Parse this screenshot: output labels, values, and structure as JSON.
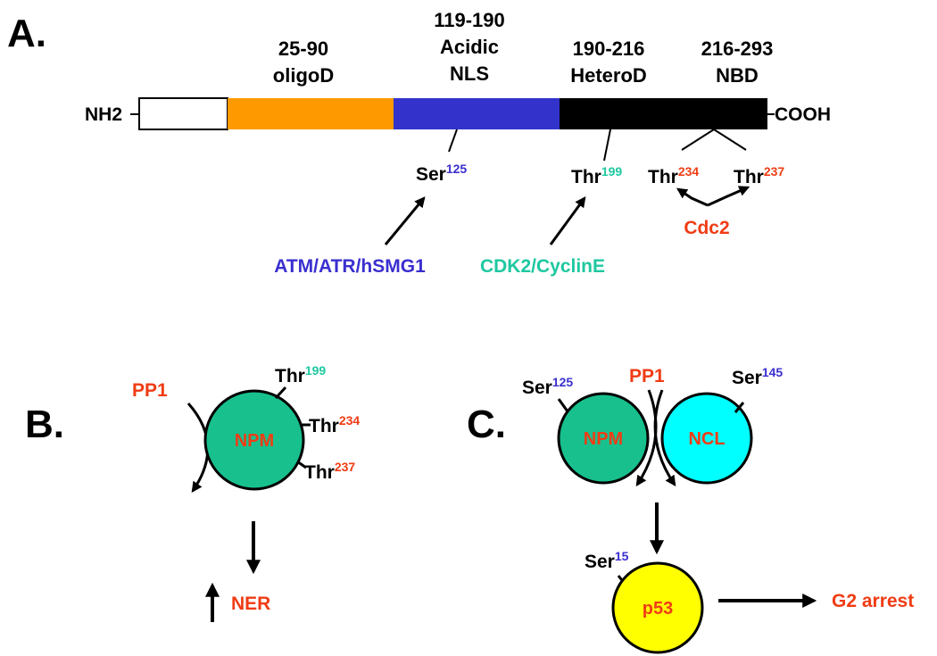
{
  "colors": {
    "black": "#000000",
    "red": "#f03c14",
    "blue": "#3a2fcf",
    "teal": "#1ec8a0",
    "orange": "#ff9900",
    "domain_blue": "#3333cc",
    "npm_fill": "#18c08e",
    "ncl_fill": "#00ffff",
    "p53_fill": "#ffff00"
  },
  "panelA": {
    "label": "A.",
    "nterm": "NH2",
    "cterm": "COOH",
    "domains": {
      "oligo": {
        "range": "25-90",
        "name": "oligoD"
      },
      "acidic": {
        "range": "119-190",
        "name1": "Acidic",
        "name2": "NLS"
      },
      "hetero": {
        "range": "190-216",
        "name": "HeteroD"
      },
      "nbd": {
        "range": "216-293",
        "name": "NBD"
      }
    },
    "sites": {
      "ser125": {
        "res": "Ser",
        "num": "125"
      },
      "thr199": {
        "res": "Thr",
        "num": "199"
      },
      "thr234": {
        "res": "Thr",
        "num": "234"
      },
      "thr237": {
        "res": "Thr",
        "num": "237"
      }
    },
    "kinases": {
      "atm": "ATM/ATR/hSMG1",
      "cdk2": "CDK2/CyclinE",
      "cdc2": "Cdc2"
    }
  },
  "panelB": {
    "label": "B.",
    "pp1": "PP1",
    "npm": "NPM",
    "sites": {
      "thr199": {
        "res": "Thr",
        "num": "199"
      },
      "thr234": {
        "res": "Thr",
        "num": "234"
      },
      "thr237": {
        "res": "Thr",
        "num": "237"
      }
    },
    "ner": "NER"
  },
  "panelC": {
    "label": "C.",
    "pp1": "PP1",
    "npm": "NPM",
    "ncl": "NCL",
    "p53": "p53",
    "sites": {
      "ser125": {
        "res": "Ser",
        "num": "125"
      },
      "ser145": {
        "res": "Ser",
        "num": "145"
      },
      "ser15": {
        "res": "Ser",
        "num": "15"
      }
    },
    "outcome": "G2 arrest"
  }
}
